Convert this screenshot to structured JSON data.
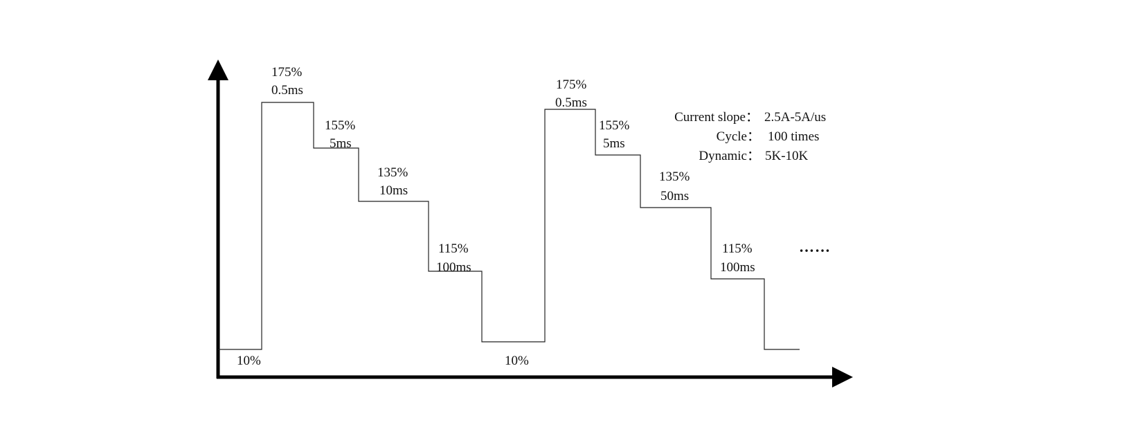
{
  "steps": [
    {
      "level": "10%"
    },
    {
      "level": "175%",
      "duration": "0.5ms"
    },
    {
      "level": "155%",
      "duration": "5ms"
    },
    {
      "level": "135%",
      "duration": "10ms"
    },
    {
      "level": "115%",
      "duration": "100ms"
    },
    {
      "level": "10%"
    },
    {
      "level": "175%",
      "duration": "0.5ms"
    },
    {
      "level": "155%",
      "duration": "5ms"
    },
    {
      "level": "135%",
      "duration": "50ms"
    },
    {
      "level": "115%",
      "duration": "100ms"
    }
  ],
  "continuation": "……",
  "specs": [
    {
      "label": "Current slope：",
      "value": "2.5A-5A/us"
    },
    {
      "label": "Cycle：",
      "value": "100 times"
    },
    {
      "label": "Dynamic：",
      "value": "5K-10K"
    }
  ]
}
